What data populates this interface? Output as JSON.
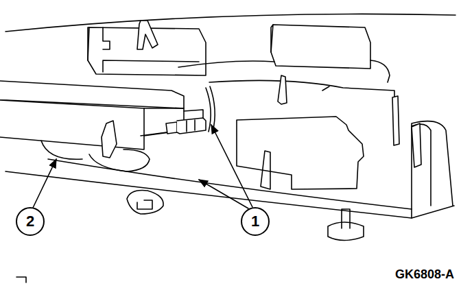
{
  "diagram": {
    "nodes": [
      {
        "text": [
          "2"
        ]
      },
      {
        "text": [
          "1"
        ]
      }
    ],
    "labels": [
      "GK6808-A"
    ]
  }
}
